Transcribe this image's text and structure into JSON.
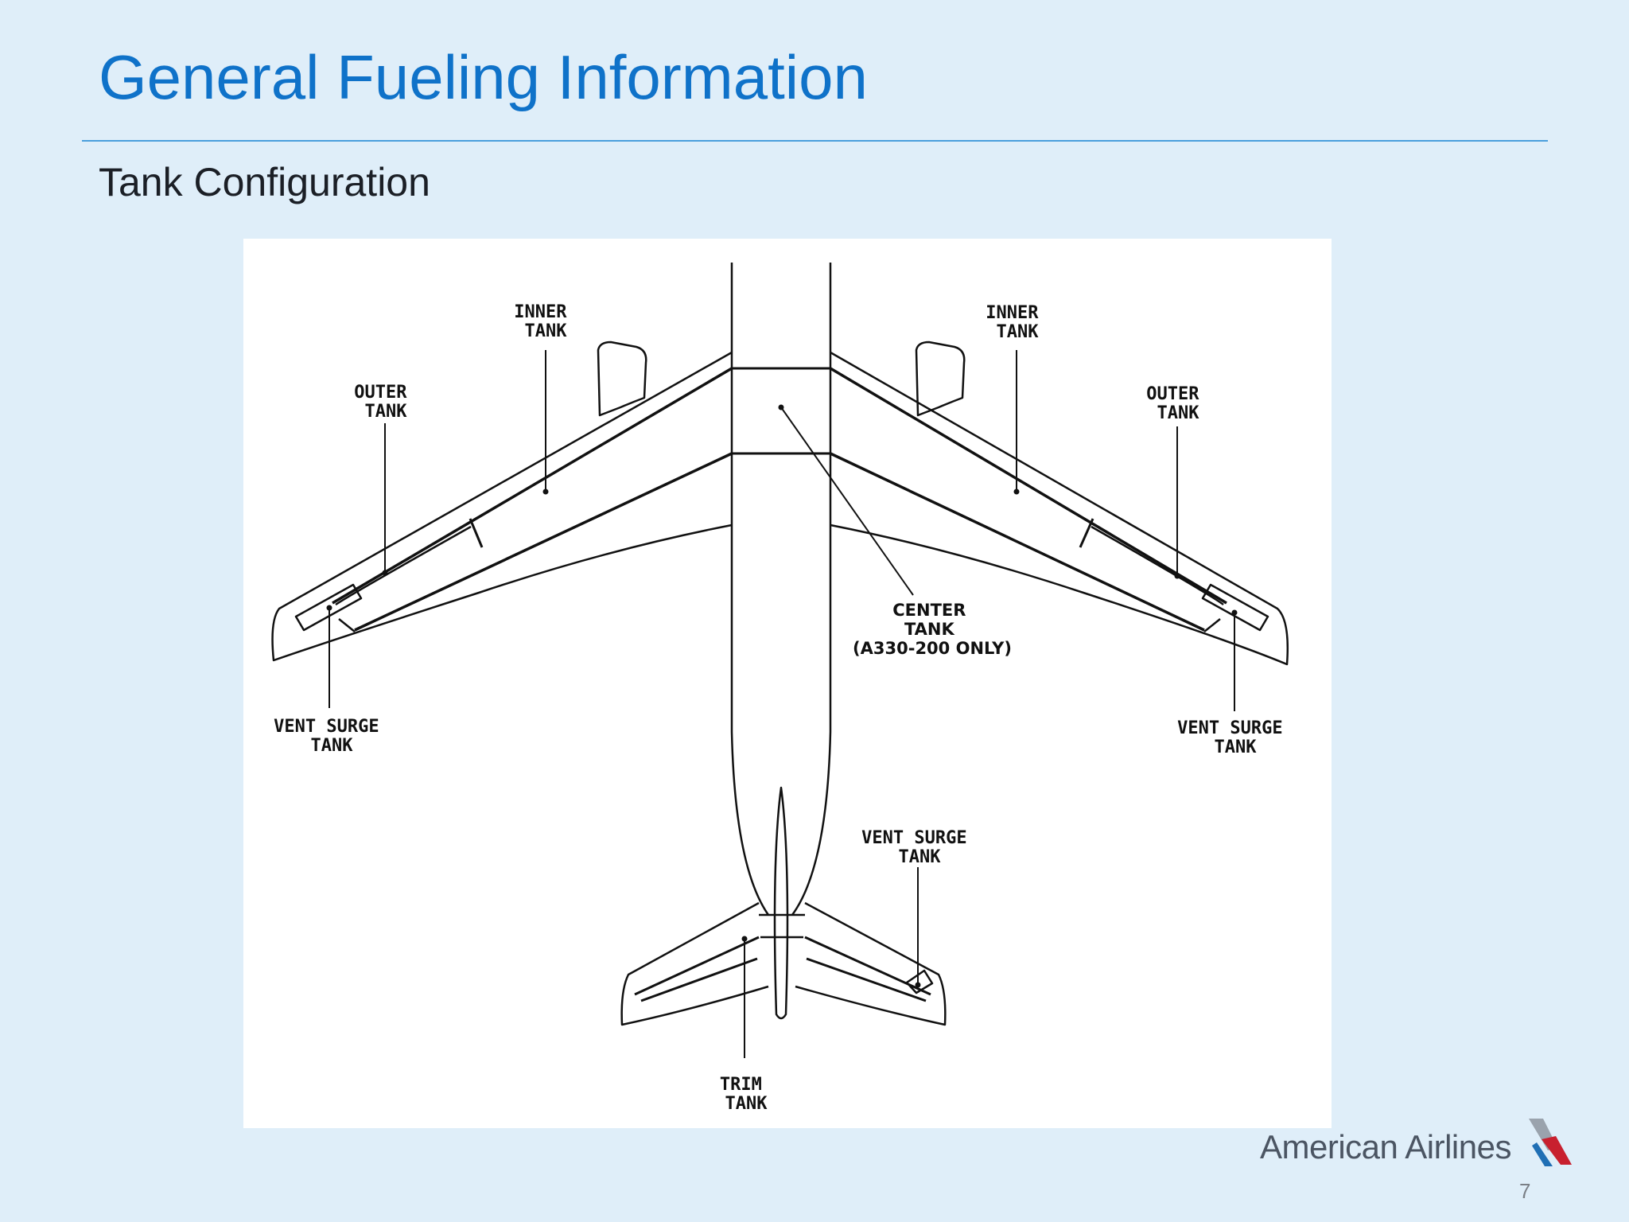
{
  "slide": {
    "title": "General Fueling Information",
    "subtitle": "Tank Configuration",
    "page_number": "7"
  },
  "logo": {
    "text": "American Airlines",
    "colors": {
      "text": "#4b5563",
      "red": "#c8202f",
      "blue": "#1f6fb5",
      "silver": "#9aa3ad"
    }
  },
  "diagram": {
    "labels": {
      "inner_tank_left": [
        "INNER",
        "TANK"
      ],
      "inner_tank_right": [
        "INNER",
        "TANK"
      ],
      "outer_tank_left": [
        "OUTER",
        "TANK"
      ],
      "outer_tank_right": [
        "OUTER",
        "TANK"
      ],
      "vent_surge_left": [
        "VENT SURGE",
        "TANK"
      ],
      "vent_surge_right": [
        "VENT SURGE",
        "TANK"
      ],
      "vent_surge_tail": [
        "VENT SURGE",
        "TANK"
      ],
      "center_tank": [
        "CENTER",
        "TANK",
        "(A330-200 ONLY)"
      ],
      "trim_tank": [
        "TRIM",
        "TANK"
      ]
    }
  }
}
